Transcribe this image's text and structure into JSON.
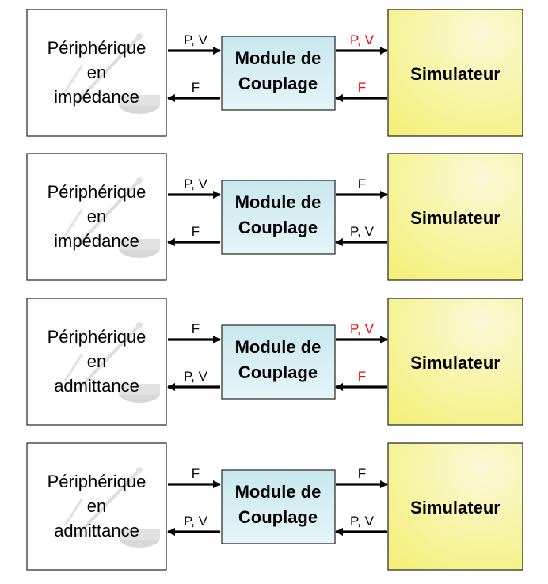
{
  "colors": {
    "module_fill_top": "#c8e8ee",
    "module_fill_bottom": "#e6f5f8",
    "simulator_fill_top": "#f4f07a",
    "simulator_fill_bottom": "#fbf9d6",
    "red_label": "#ff0000",
    "arrow": "#000000"
  },
  "rows": [
    {
      "peripheral": [
        "Périphérique",
        "en",
        "impédance"
      ],
      "module": [
        "Module de",
        "Couplage"
      ],
      "simulator": "Simulateur",
      "left_top": {
        "text": "P, V",
        "color": "black"
      },
      "left_bottom": {
        "text": "F",
        "color": "black"
      },
      "right_top": {
        "text": "P, V",
        "color": "red"
      },
      "right_bottom": {
        "text": "F",
        "color": "red"
      }
    },
    {
      "peripheral": [
        "Périphérique",
        "en",
        "impédance"
      ],
      "module": [
        "Module de",
        "Couplage"
      ],
      "simulator": "Simulateur",
      "left_top": {
        "text": "P, V",
        "color": "black"
      },
      "left_bottom": {
        "text": "F",
        "color": "black"
      },
      "right_top": {
        "text": "F",
        "color": "black"
      },
      "right_bottom": {
        "text": "P, V",
        "color": "black"
      }
    },
    {
      "peripheral": [
        "Périphérique",
        "en",
        "admittance"
      ],
      "module": [
        "Module de",
        "Couplage"
      ],
      "simulator": "Simulateur",
      "left_top": {
        "text": "F",
        "color": "black"
      },
      "left_bottom": {
        "text": "P, V",
        "color": "black"
      },
      "right_top": {
        "text": "P, V",
        "color": "red"
      },
      "right_bottom": {
        "text": "F",
        "color": "red"
      }
    },
    {
      "peripheral": [
        "Périphérique",
        "en",
        "admittance"
      ],
      "module": [
        "Module de",
        "Couplage"
      ],
      "simulator": "Simulateur",
      "left_top": {
        "text": "F",
        "color": "black"
      },
      "left_bottom": {
        "text": "P, V",
        "color": "black"
      },
      "right_top": {
        "text": "F",
        "color": "black"
      },
      "right_bottom": {
        "text": "P, V",
        "color": "black"
      }
    }
  ]
}
